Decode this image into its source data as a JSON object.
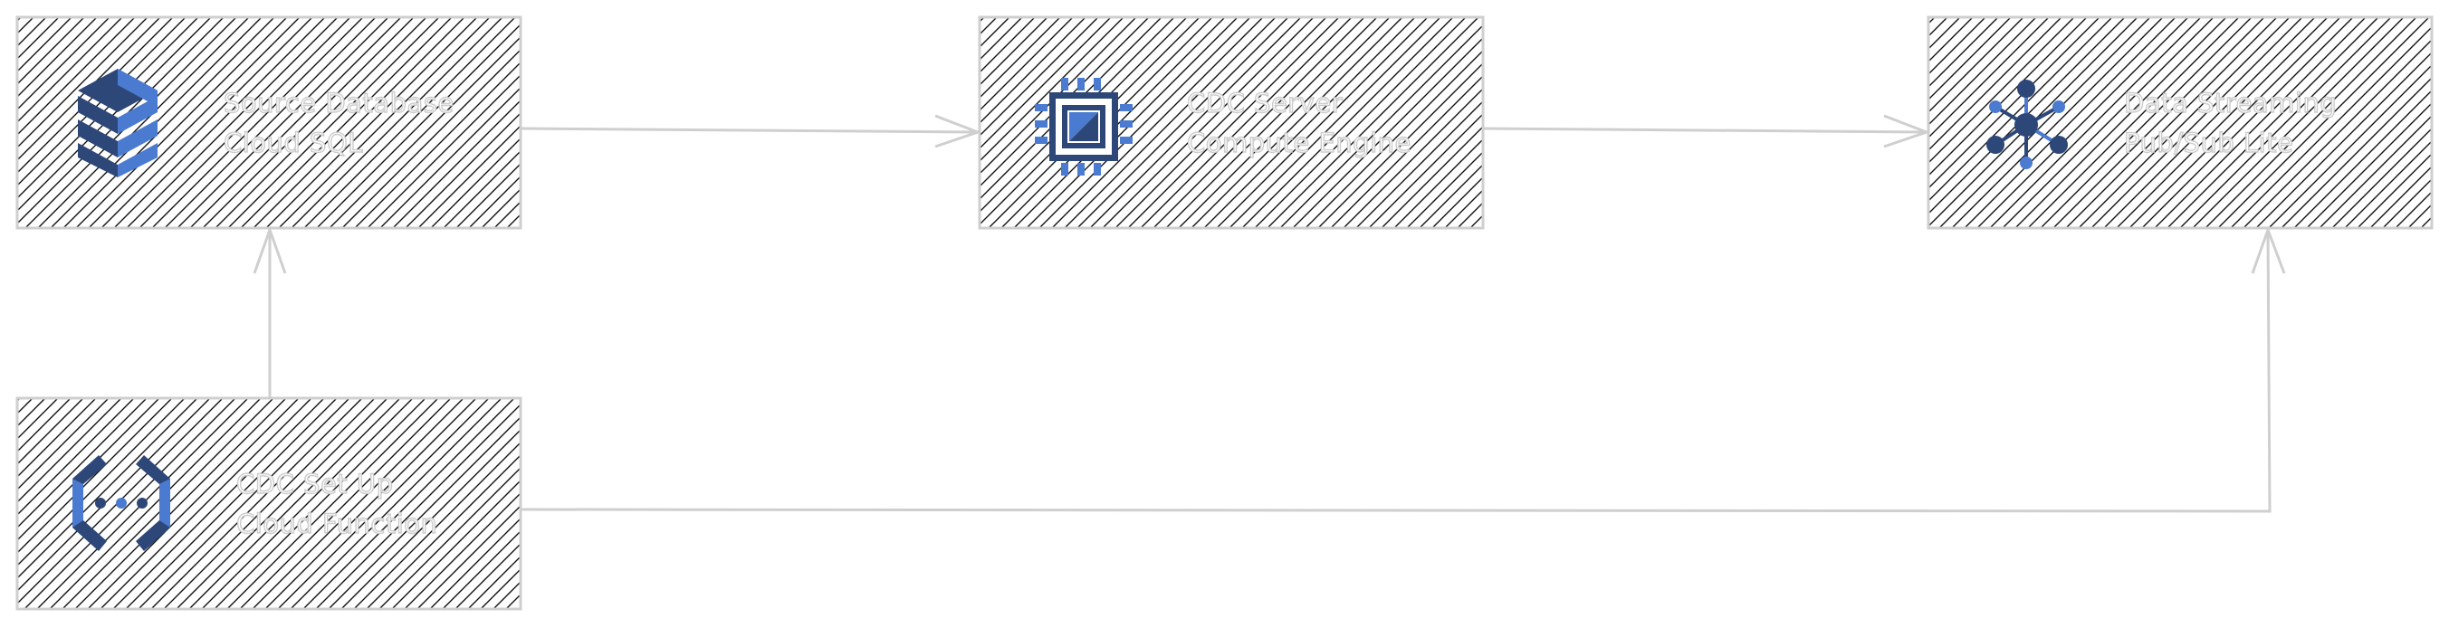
{
  "nodes": {
    "source_db": {
      "title": "Source Database",
      "subtitle": "Cloud SQL",
      "icon": "cloud-sql-icon"
    },
    "cdc_server": {
      "title": "CDC Server",
      "subtitle": "Compute Engine",
      "icon": "compute-engine-icon"
    },
    "data_streaming": {
      "title": "Data Streaming",
      "subtitle": "Pub/Sub Lite",
      "icon": "pubsub-icon"
    },
    "cdc_setup": {
      "title": "CDC Set Up",
      "subtitle": "Cloud Function",
      "icon": "cloud-functions-icon"
    }
  },
  "edges": [
    {
      "from": "source_db",
      "to": "cdc_server"
    },
    {
      "from": "cdc_server",
      "to": "data_streaming"
    },
    {
      "from": "cdc_setup",
      "to": "source_db"
    },
    {
      "from": "cdc_setup",
      "to": "data_streaming"
    }
  ],
  "colors": {
    "box_border": "#cfcfcf",
    "hatch": "#111111",
    "icon_dark": "#2c4778",
    "icon_light": "#4a7bd0"
  }
}
